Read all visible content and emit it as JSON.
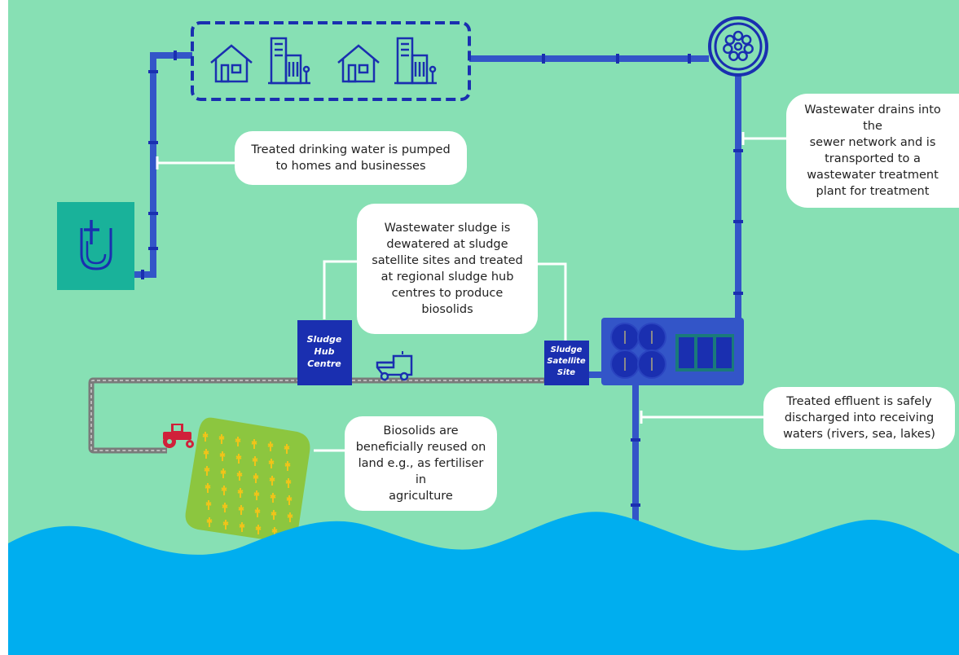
{
  "colors": {
    "background": "#87e0b4",
    "water": "#00aeef",
    "pipe": "#3355c8",
    "pipe_dark": "#1f3fb5",
    "navy": "#1a2fb0",
    "teal": "#19b29a",
    "field": "#8cc63f",
    "crop": "#f0c419",
    "tractor": "#d0213a",
    "road": "#7a7a7a",
    "callout": "#ffffff"
  },
  "icons": [
    "drinking-water-plant-icon",
    "house-icon",
    "office-building-icon",
    "sewer-manhole-icon",
    "delivery-truck-icon",
    "tractor-icon",
    "treatment-plant-icon"
  ],
  "sludge_hub_label": [
    "Sludge",
    "Hub",
    "Centre"
  ],
  "sludge_satellite_label": [
    "Sludge",
    "Satellite",
    "Site"
  ],
  "callouts": {
    "drinking_water": "Treated drinking water is pumped\nto homes and businesses",
    "wastewater_sewer": "Wastewater drains into the\nsewer network and is\ntransported to a\nwastewater treatment\nplant for treatment",
    "sludge": "Wastewater sludge is\ndewatered at sludge\nsatellite sites and treated\nat regional sludge hub\ncentres to produce\nbiosolids",
    "effluent": "Treated effluent is safely\ndischarged into receiving\nwaters (rivers, sea, lakes)",
    "biosolids": "Biosolids are\nbeneficially reused on\nland e.g., as fertiliser in\nagriculture"
  }
}
